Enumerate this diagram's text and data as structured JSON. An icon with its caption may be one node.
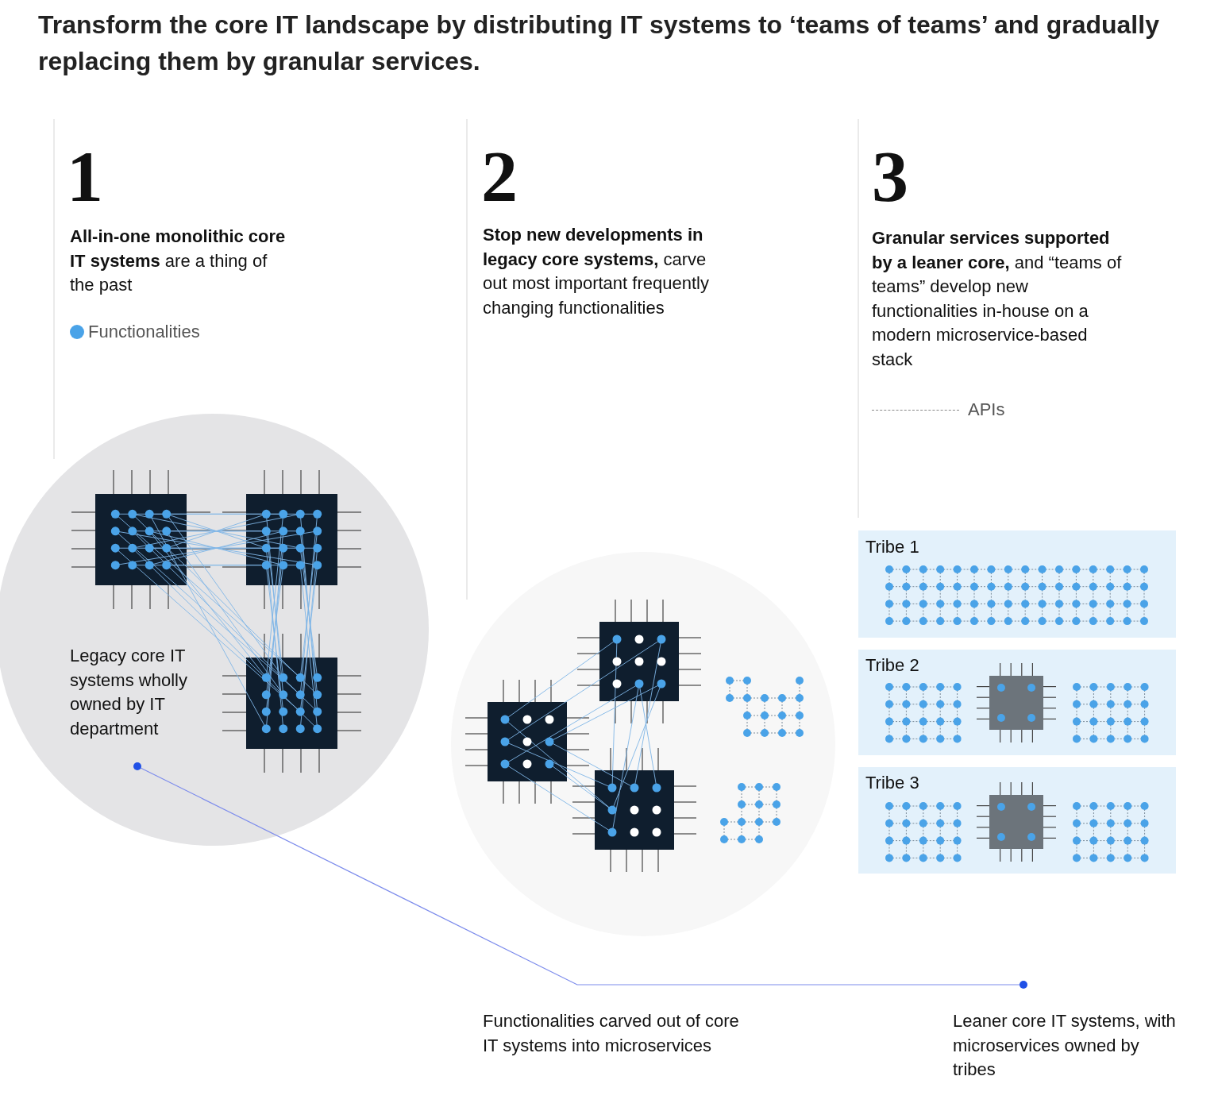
{
  "diagram": {
    "title": "Transform the core IT landscape by distributing IT systems to ‘teams of teams’ and gradually replacing them by granular services.",
    "nodes": [
      {
        "text": [
          "Legacy core IT systems wholly owned by IT department"
        ]
      },
      {
        "text": [
          "Tribe 1"
        ]
      },
      {
        "text": [
          "Tribe 2"
        ]
      },
      {
        "text": [
          "Tribe 3"
        ]
      }
    ],
    "labels": [
      "1",
      "**All-in-one monolithic core IT systems** are a thing of the past",
      "2",
      "**Stop new developments in legacy core systems,** carve out most important frequently changing functionalities",
      "3",
      "**Granular services supported by a leaner core,** and “teams of teams” develop new functionalities in-house on a modern microservice-based stack",
      "Functionalities carved out of core IT systems into microservices",
      "Leaner core IT systems, with microservices owned by tribes"
    ],
    "legend": [
      {
        "text": "Functionalities",
        "color": "#4aa3e8"
      },
      {
        "text": "APIs"
      }
    ]
  }
}
